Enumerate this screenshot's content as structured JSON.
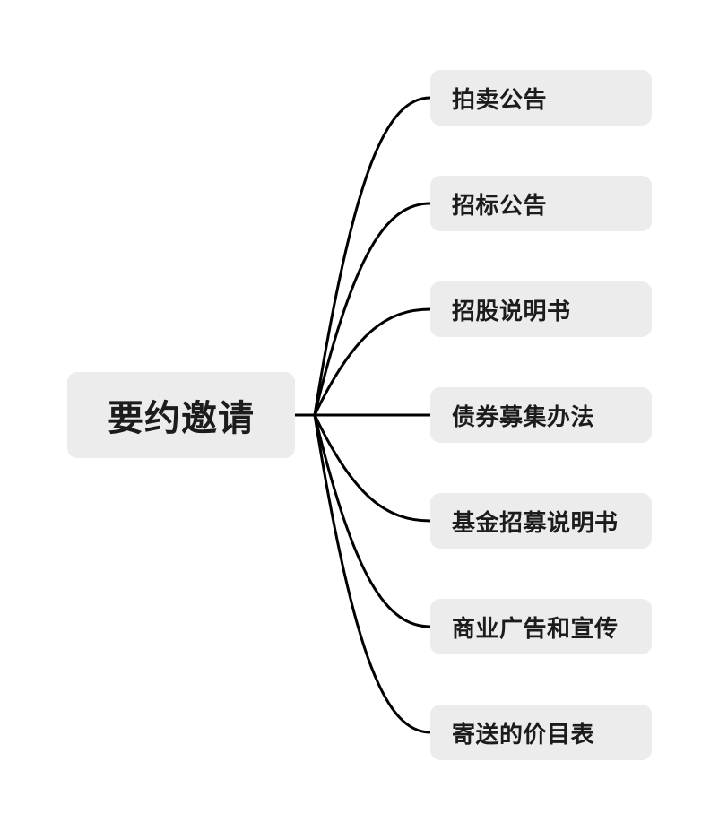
{
  "diagram": {
    "type": "mindmap",
    "root": {
      "label": "要约邀请"
    },
    "children": [
      {
        "label": "拍卖公告"
      },
      {
        "label": "招标公告"
      },
      {
        "label": "招股说明书"
      },
      {
        "label": "债券募集办法"
      },
      {
        "label": "基金招募说明书"
      },
      {
        "label": "商业广告和宣传"
      },
      {
        "label": "寄送的价目表"
      }
    ],
    "colors": {
      "canvas_bg": "#ffffff",
      "node_bg": "#ececec",
      "text": "#1c1c1c",
      "line": "#000000"
    }
  }
}
